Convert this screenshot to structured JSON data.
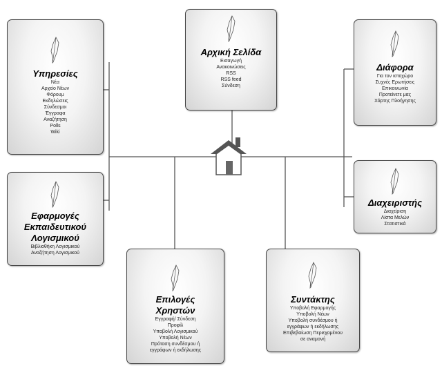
{
  "sitemap": {
    "home": {
      "title": "Αρχική Σελίδα",
      "items": [
        "Εισαγωγή",
        "Ανακοινώσεις",
        "RSS",
        "RSS feed",
        "Σύνδεση"
      ]
    },
    "services": {
      "title": "Υπηρεσίες",
      "items": [
        "Νέα",
        "Αρχείο Νέων",
        "Φόρουμ",
        "Εκδηλώσεις",
        "Σύνδεσμοι",
        "Έγγραφα",
        "Αναζήτηση",
        "Polls",
        "Wiki"
      ]
    },
    "educational_software": {
      "title_line1": "Εφαρμογές",
      "title_line2": "Εκπαιδευτικού",
      "title_line3": "Λογισμικού",
      "items": [
        "Βιβλιοθήκη Λογισμικού",
        "Αναζήτηση Λογισμικού"
      ]
    },
    "user_options": {
      "title_line1": "Επιλογές",
      "title_line2": "Χρηστών",
      "items": [
        "Εγγραφή/ Σύνδεση",
        "Προφίλ",
        "Υποβολή Λογισμικού",
        "Υποβολή Νέων",
        "Πρόταση συνδέσμου ή",
        "εγγράφων ή εκδήλωσης"
      ]
    },
    "editor": {
      "title": "Συντάκτης",
      "items": [
        "Υποβολή Εφαρμογής",
        "Υποβολή Νέων",
        "Υποβολή συνδέσμου ή",
        "εγγράφων ή εκδήλωσης",
        "Επιβεβαίωση Περιεχομένου",
        "σε αναμονή"
      ]
    },
    "misc": {
      "title": "Διάφορα",
      "items": [
        "Για τον ιστοχώρο",
        "Συχνές Ερωτήσεις",
        "Επικοινωνία",
        "Προτείνετε μας",
        "Χάρτης Πλοήγησης"
      ]
    },
    "admin": {
      "title": "Διαχειριστής",
      "items": [
        "Διαχείριση",
        "Λίστα Μελών",
        "Στατιστικά"
      ]
    }
  },
  "icons": {
    "box_icon": "quill-icon",
    "center_icon": "house-icon"
  },
  "colors": {
    "line": "#555555",
    "border": "#444444",
    "house_roof": "#555555"
  }
}
